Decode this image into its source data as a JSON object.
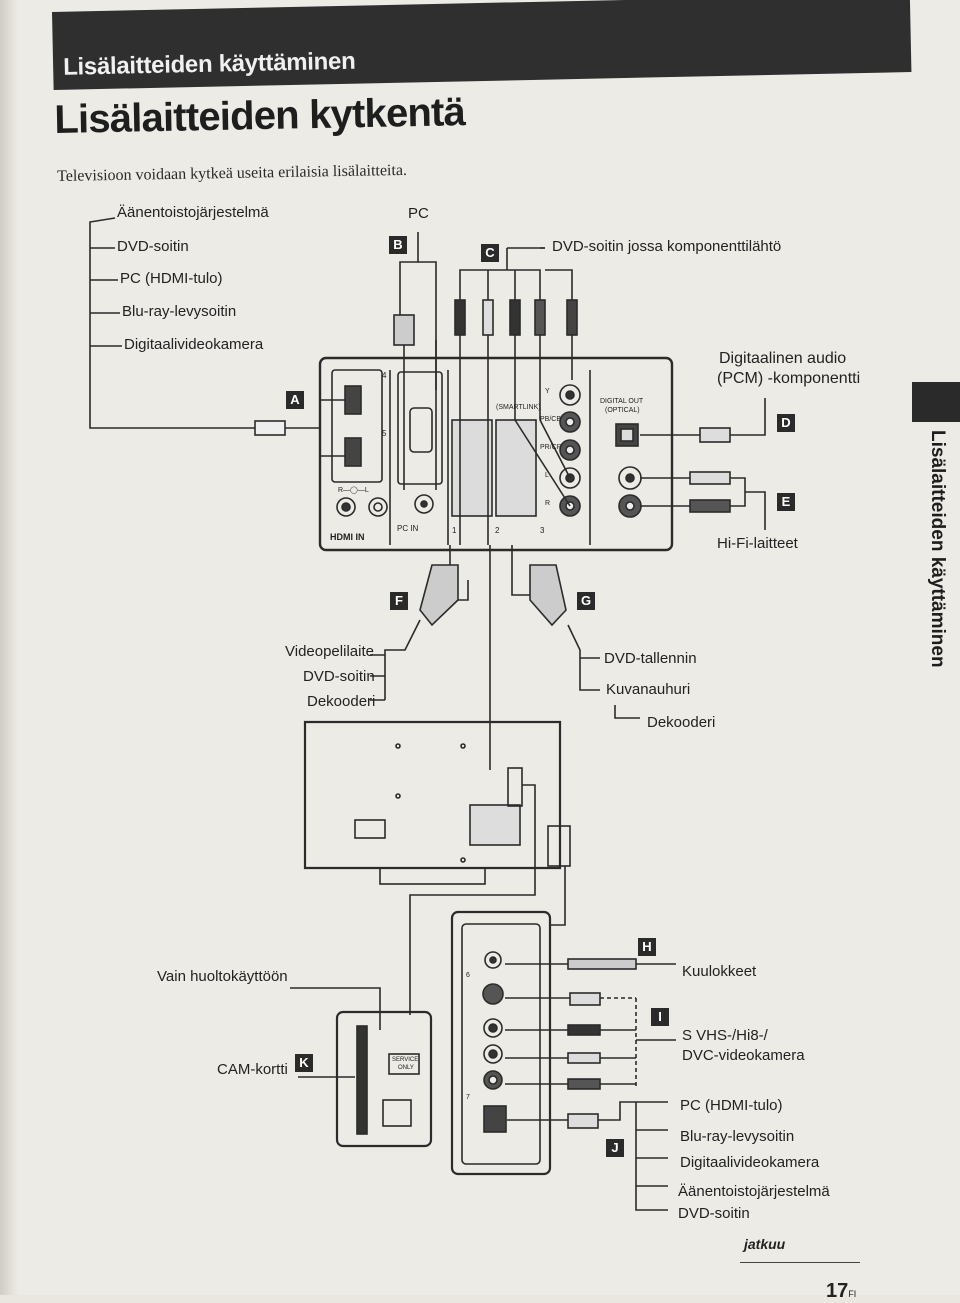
{
  "header": {
    "section": "Lisälaitteiden käyttäminen"
  },
  "title": "Lisälaitteiden kytkentä",
  "intro": "Televisioon voidaan kytkeä useita erilaisia lisälaitteita.",
  "side_tab": "Lisälaitteiden käyttäminen",
  "group_a": [
    "Äänentoistojärjestelmä",
    "DVD-soitin",
    "PC (HDMI-tulo)",
    "Blu-ray-levysoitin",
    "Digitaalivideokamera"
  ],
  "labels": {
    "pc": "PC",
    "dvd_component": "DVD-soitin jossa komponenttilähtö",
    "digital_audio_1": "Digitaalinen audio",
    "digital_audio_2": "(PCM) -komponentti",
    "hifi": "Hi-Fi-laitteet",
    "f_1": "Videopelilaite",
    "f_2": "DVD-soitin",
    "f_3": "Dekooderi",
    "g_1": "DVD-tallennin",
    "g_2": "Kuvanauhuri",
    "g_3": "Dekooderi",
    "service": "Vain huoltokäyttöön",
    "cam": "CAM-kortti",
    "headphones": "Kuulokkeet",
    "camcorder_1": "S VHS-/Hi8-/",
    "camcorder_2": "DVC-videokamera"
  },
  "group_j": [
    "PC (HDMI-tulo)",
    "Blu-ray-levysoitin",
    "Digitaalivideokamera",
    "Äänentoistojärjestelmä",
    "DVD-soitin"
  ],
  "badges": {
    "a": "A",
    "b": "B",
    "c": "C",
    "d": "D",
    "e": "E",
    "f": "F",
    "g": "G",
    "h": "H",
    "i": "I",
    "j": "J",
    "k": "K"
  },
  "panel_text": {
    "hdmi_in": "HDMI IN",
    "pc_in": "PC IN",
    "digital_out": "DIGITAL OUT",
    "optical": "(OPTICAL)",
    "smartlink": "(SMARTLINK)",
    "service_only_1": "SERVICE",
    "service_only_2": "ONLY",
    "n4": "4",
    "n5": "5",
    "n1": "1",
    "n2": "2",
    "n3": "3",
    "n6": "6",
    "n7": "7",
    "y": "Y",
    "pb": "PB/CB",
    "pr": "PR/CR",
    "l": "L",
    "r": "R",
    "rl": "R—◯—L"
  },
  "footer": {
    "continue": "jatkuu",
    "page": "17",
    "page_suffix": "FI"
  }
}
